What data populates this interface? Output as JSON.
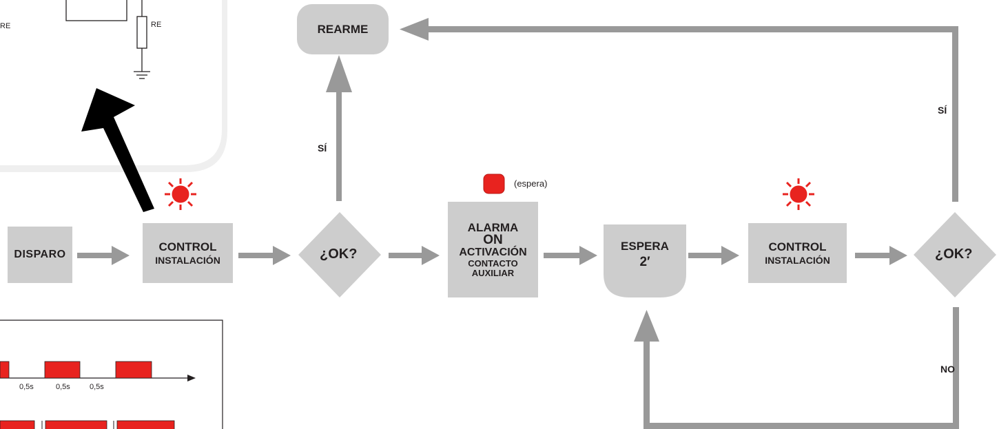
{
  "colors": {
    "box_fill": "#cdcdcd",
    "arrow": "#999999",
    "led_red": "#e8231f",
    "text": "#231f20",
    "pointer": "#000000"
  },
  "circuit_inset": {
    "left_label": "RE",
    "resistor_label": "RE"
  },
  "nodes": {
    "disparo": "DISPARO",
    "control1": {
      "line1": "CONTROL",
      "line2": "INSTALACIÓN"
    },
    "ok1": "¿OK?",
    "alarma": {
      "line1": "ALARMA",
      "line2": "ON",
      "line3": "ACTIVACIÓN",
      "line4": "CONTACTO",
      "line5": "AUXILIAR"
    },
    "espera": {
      "line1": "ESPERA",
      "line2": "2′"
    },
    "control2": {
      "line1": "CONTROL",
      "line2": "INSTALACIÓN"
    },
    "ok2": "¿OK?",
    "rearme": "REARME"
  },
  "edge_labels": {
    "si_left": "SÍ",
    "si_right": "SÍ",
    "no": "NO"
  },
  "led_legend": "(espera)",
  "timing_inset": {
    "tick_labels": [
      "0,5s",
      "0,5s",
      "0,5s"
    ]
  },
  "icons": [
    "blinking-led-icon",
    "steady-led-icon",
    "pointer-arrow-icon"
  ]
}
